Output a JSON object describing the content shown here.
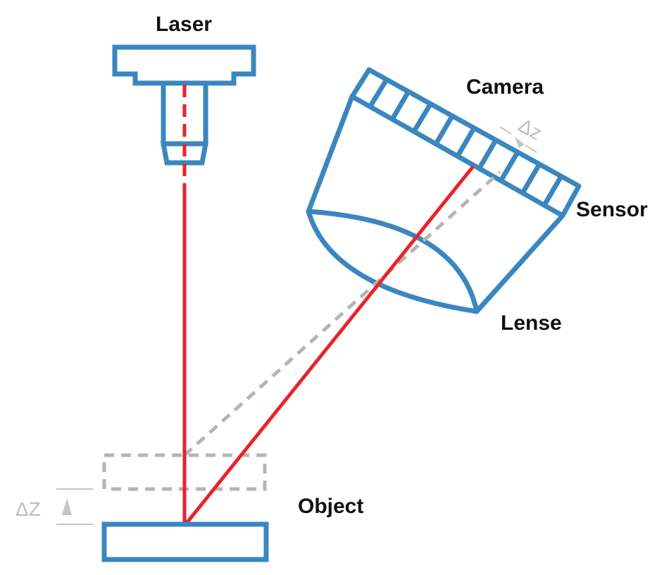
{
  "labels": {
    "laser": "Laser",
    "camera": "Camera",
    "sensor": "Sensor",
    "lense": "Lense",
    "object": "Object"
  },
  "annotations": {
    "delta_z_left": "ΔZ",
    "delta_z_sensor": "Δz"
  },
  "colors": {
    "outline": "#3a87c0",
    "beam": "#e8232a",
    "shifted": "#b5b5b5",
    "text": "#111111"
  }
}
